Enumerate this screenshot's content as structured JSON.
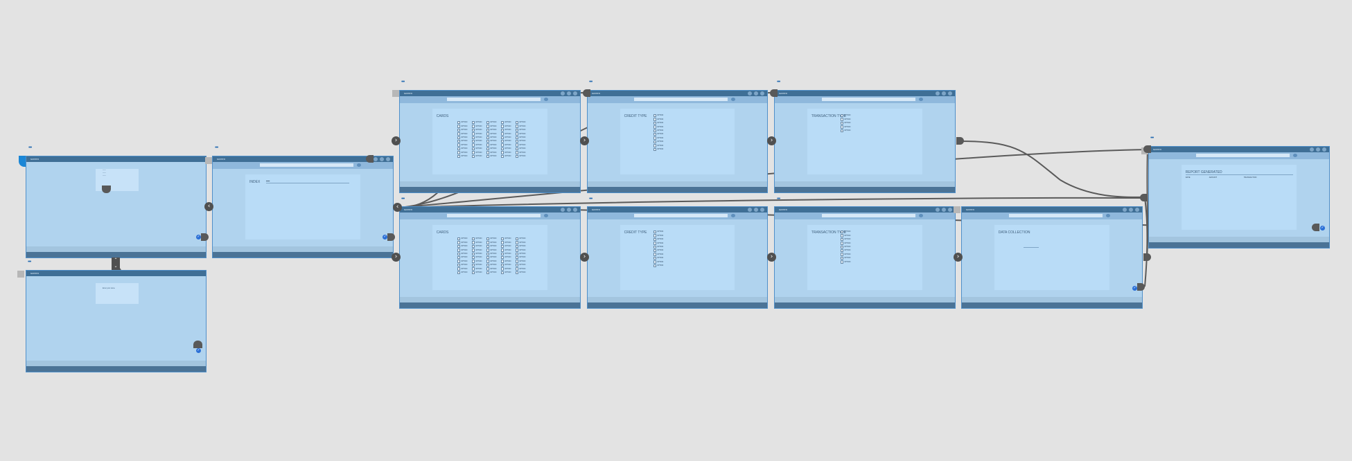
{
  "screens": {
    "start": {
      "title_bar": "screen"
    },
    "sub": {
      "title_bar": "screen",
      "label": "Enter your name"
    },
    "index": {
      "title_bar": "screen",
      "heading": "INDEX"
    },
    "cards_a": {
      "title_bar": "screen",
      "heading": "CARDS"
    },
    "cards_b": {
      "title_bar": "screen",
      "heading": "CARDS"
    },
    "credit_a": {
      "title_bar": "screen",
      "heading": "CREDIT TYPE"
    },
    "credit_b": {
      "title_bar": "screen",
      "heading": "CREDIT TYPE"
    },
    "trans_a": {
      "title_bar": "screen",
      "heading": "TRANSACTION TYPE"
    },
    "trans_b": {
      "title_bar": "screen",
      "heading": "TRANSACTION TYPE"
    },
    "data_collect": {
      "title_bar": "screen",
      "heading": "DATA COLLECTION"
    },
    "report": {
      "title_bar": "screen",
      "heading": "REPORT GENERATED",
      "columns": [
        "DATE",
        "AMOUNT",
        "TRANSACTION"
      ]
    }
  },
  "option_label": "OPTION",
  "colors": {
    "background": "#e3e3e3",
    "screen_fill": "#b6d5ee",
    "title_bar": "#3f6f96",
    "wire": "#555555",
    "start_marker": "#1a86d6",
    "menu_dots": "#2b6fb3"
  },
  "icons": [
    "chevron-right-icon",
    "chevron-left-icon",
    "sort-arrows-icon",
    "check-badge-icon",
    "menu-dots-icon"
  ]
}
